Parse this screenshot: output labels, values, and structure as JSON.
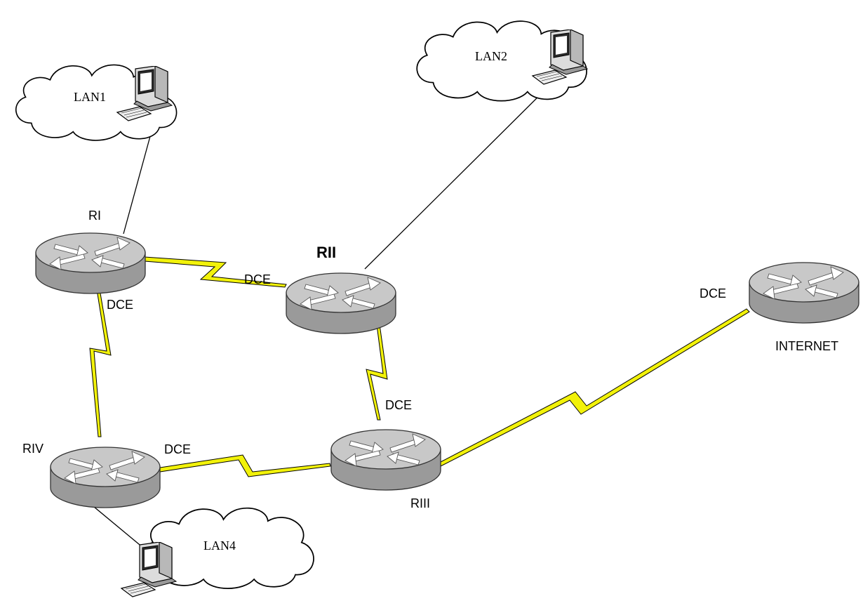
{
  "routers": {
    "r1": {
      "label": "RI"
    },
    "r2": {
      "label": "RII"
    },
    "r3": {
      "label": "RIII"
    },
    "r4": {
      "label": "RIV"
    },
    "internet": {
      "label": "INTERNET"
    }
  },
  "lans": {
    "lan1": {
      "label": "LAN1"
    },
    "lan2": {
      "label": "LAN2"
    },
    "lan4": {
      "label": "LAN4"
    }
  },
  "dce_labels": {
    "r1_r4": "DCE",
    "r1_r2": "DCE",
    "r2_r3": "DCE",
    "r4_r3": "DCE",
    "r3_internet": "DCE"
  },
  "colors": {
    "serial_link": "#f2f20a",
    "router_body": "#9a9a9a",
    "router_top": "#c8c8c8",
    "arrow": "#ffffff"
  },
  "icons": {
    "router": "router-icon",
    "computer": "computer-icon",
    "cloud": "cloud-shape"
  }
}
